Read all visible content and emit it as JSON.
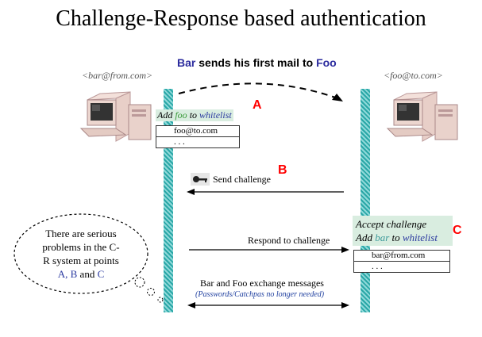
{
  "title": "Challenge-Response based authentication",
  "subtitle": {
    "part1": "Bar",
    "part2": " sends his first mail to ",
    "part3": "Foo"
  },
  "left_email": "<bar@from.com>",
  "right_email": "<foo@to.com>",
  "left_action": {
    "w1": "Add ",
    "w2": "foo",
    "w3": " to ",
    "w4": "whitelist"
  },
  "left_whitelist": [
    "foo@to.com",
    ". . ."
  ],
  "marker_a": "A",
  "marker_b": "B",
  "marker_c": "C",
  "send_challenge": "Send challenge",
  "right_action": {
    "line1": "Accept challenge",
    "w1": "Add ",
    "w2": "bar",
    "w3": " to ",
    "w4": "whitelist"
  },
  "right_whitelist": [
    "bar@from.com",
    ". . ."
  ],
  "respond": "Respond to challenge",
  "exchange": "Bar and Foo exchange messages",
  "exchange_note": "(Passwords/Catchpas no longer needed)",
  "callout": {
    "line1": "There are serious",
    "line2": "problems in the C-",
    "line3": "R system at points",
    "a": "A",
    "comma": ", ",
    "b": "B",
    "and": " and ",
    "c": "C"
  },
  "icons": [
    "computer-icon",
    "key-icon"
  ]
}
